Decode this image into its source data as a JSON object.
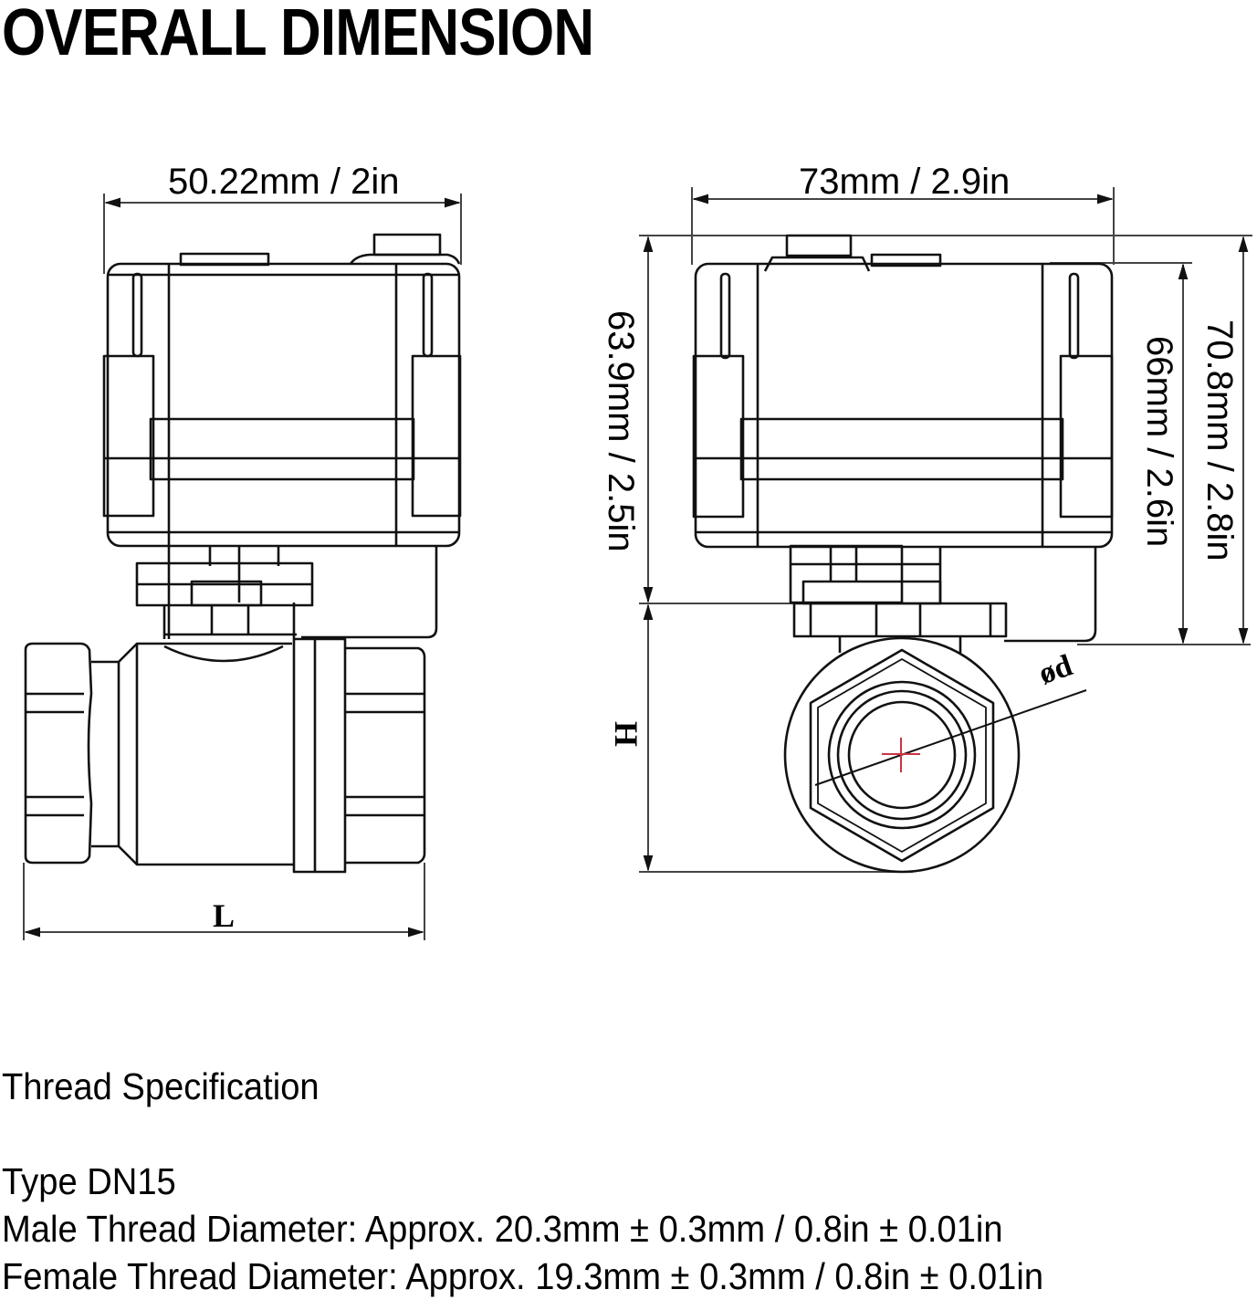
{
  "title": "OVERALL DIMENSION",
  "side_view": {
    "width_label": "50.22mm / 2in",
    "length_label": "L"
  },
  "front_view": {
    "width_label": "73mm / 2.9in",
    "actuator_height_label": "63.9mm / 2.5in",
    "body_height_label": "H",
    "height_66_label": "66mm / 2.6in",
    "height_70_label": "70.8mm / 2.8in",
    "diameter_label": "ød",
    "center_mark_color": "#cc3344"
  },
  "specs": {
    "heading": "Thread Specification",
    "type": "Type DN15",
    "male": "Male Thread Diameter: Approx. 20.3mm ± 0.3mm / 0.8in ± 0.01in",
    "female": "Female Thread Diameter: Approx. 19.3mm ± 0.3mm / 0.8in ± 0.01in"
  }
}
